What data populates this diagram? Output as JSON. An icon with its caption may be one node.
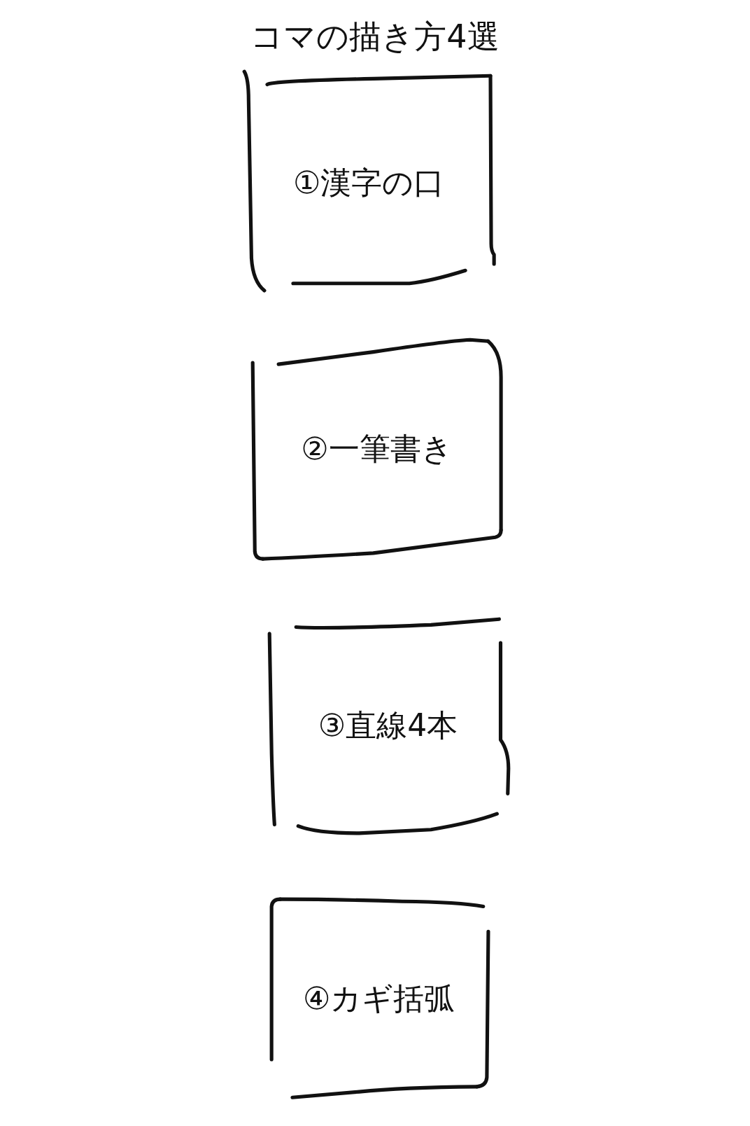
{
  "diagram": {
    "title": "コマの描き方4選",
    "nodes": [
      {
        "text": [
          "①漢字の口"
        ]
      },
      {
        "text": [
          "②一筆書き"
        ]
      },
      {
        "text": [
          "③直線4本"
        ]
      },
      {
        "text": [
          "④カギ括弧"
        ]
      }
    ]
  }
}
